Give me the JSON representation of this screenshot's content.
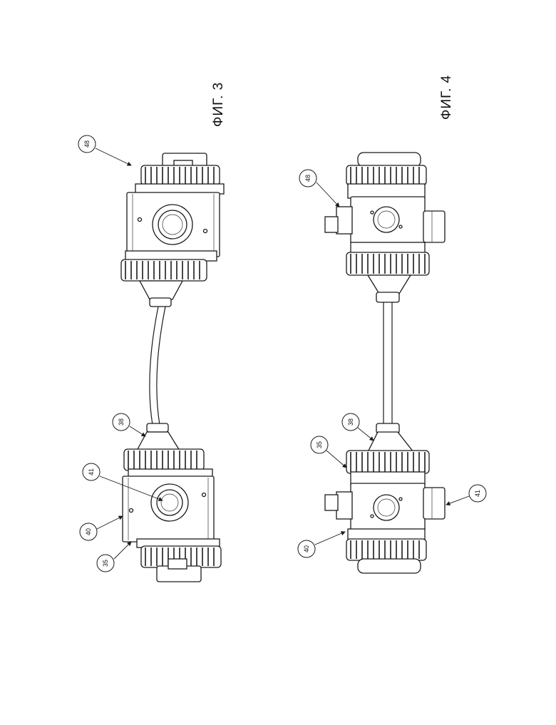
{
  "figures": [
    {
      "caption": "ФИГ. 3",
      "labels": [
        "48",
        "38",
        "41",
        "40",
        "35"
      ]
    },
    {
      "caption": "ФИГ. 4",
      "labels": [
        "48",
        "38",
        "35",
        "41",
        "40"
      ]
    }
  ]
}
